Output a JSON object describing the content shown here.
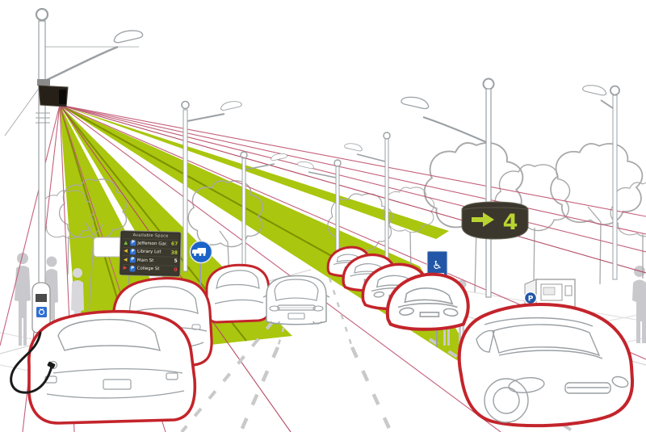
{
  "palette": {
    "beam_green": "#aac60e",
    "beam_olive": "#7e8f00",
    "scan_red": "#c4607a",
    "detection_red": "#c3242b",
    "sign_blue": "#2257a8",
    "display_dark": "#3b382e",
    "display_green": "#b9d430",
    "outline_grey": "#9aa0a4",
    "silhouette_grey": "#c9c9cd"
  },
  "board": {
    "header": "Available Space",
    "rows": [
      {
        "name": "Jefferson Gar.",
        "value": "67",
        "arrow": "▲",
        "value_style": "color:#b8d22e"
      },
      {
        "name": "Library Lot",
        "value": "38",
        "arrow": "◀",
        "value_style": "color:#b8d22e"
      },
      {
        "name": "Main St",
        "value": "5",
        "arrow": "◀",
        "value_style": "color:#f0f0e6"
      },
      {
        "name": "College St",
        "value": "0",
        "arrow": "▶",
        "value_style": "color:#e04848"
      }
    ]
  },
  "counter_sign": {
    "value": "4"
  },
  "glyphs": {
    "p": "P",
    "wheelchair": "♿"
  },
  "icons": {
    "camera": "cctv-camera-icon",
    "streetlight": "streetlight-icon",
    "truck_sign": "truck-route-sign-icon",
    "accessible_sign": "wheelchair-icon",
    "parking_badge": "p-badge-icon",
    "ev_charger": "ev-plug-icon",
    "counter_arrow": "right-arrow-icon"
  }
}
